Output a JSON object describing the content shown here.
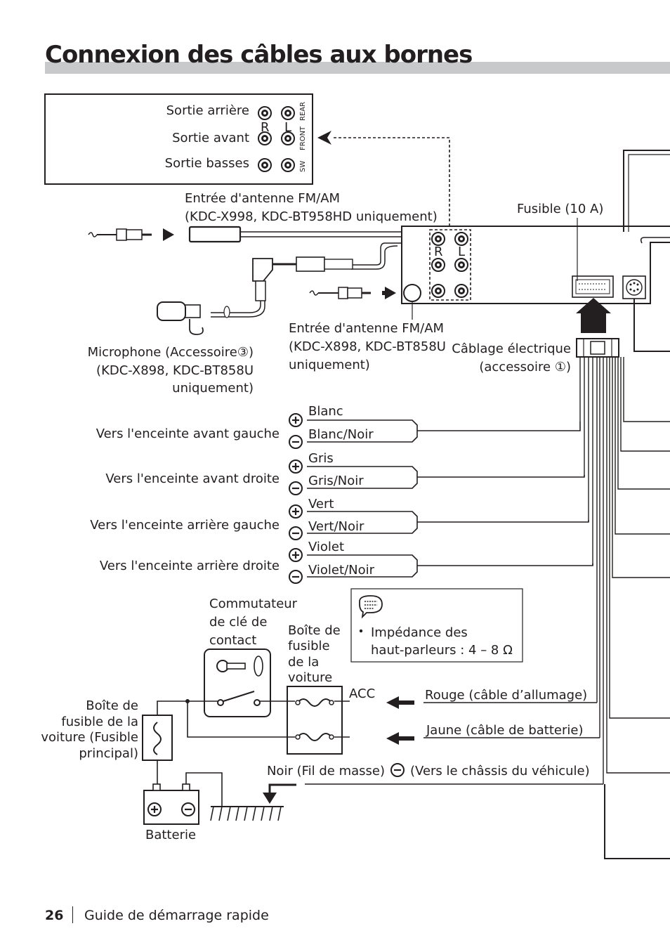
{
  "page": {
    "title": "Connexion des câbles aux bornes",
    "number": "26",
    "footer": "Guide de démarrage rapide"
  },
  "outputs_box": {
    "rear": "Sortie arrière",
    "front": "Sortie avant",
    "sub": "Sortie basses",
    "r": "R",
    "l": "L",
    "rear_tag": "REAR",
    "front_tag": "FRONT",
    "sw_tag": "SW"
  },
  "unit": {
    "antenna_top": [
      "Entrée d'antenne FM/AM",
      "(KDC-X998, KDC-BT958HD uniquement)"
    ],
    "fuse": "Fusible (10 A)",
    "r": "R",
    "l": "L",
    "microphone": [
      "Microphone (Accessoire③)",
      "(KDC-X898, KDC-BT858U",
      "uniquement)"
    ],
    "antenna_bottom": [
      "Entrée d'antenne FM/AM",
      "(KDC-X898, KDC-BT858U",
      "uniquement)"
    ],
    "harness": [
      "Câblage électrique",
      "(accessoire ①)"
    ]
  },
  "speakers": [
    {
      "target": "Vers l'enceinte avant gauche",
      "plus": "Blanc",
      "minus": "Blanc/Noir"
    },
    {
      "target": "Vers l'enceinte avant droite",
      "plus": "Gris",
      "minus": "Gris/Noir"
    },
    {
      "target": "Vers l'enceinte arrière gauche",
      "plus": "Vert",
      "minus": "Vert/Noir"
    },
    {
      "target": "Vers l'enceinte arrière droite",
      "plus": "Violet",
      "minus": "Violet/Noir"
    }
  ],
  "power": {
    "ignition_switch": [
      "Commutateur",
      "de clé de",
      "contact"
    ],
    "car_fuse_box": [
      "Boîte de",
      "fusible",
      "de la",
      "voiture"
    ],
    "main_fuse_box": [
      "Boîte de",
      "fusible de la",
      "voiture (Fusible",
      "principal)"
    ],
    "note": [
      "Impédance des",
      "haut-parleurs : 4 – 8 Ω"
    ],
    "acc": "ACC",
    "red_wire": "Rouge (câble d’allumage)",
    "yellow_wire": "Jaune (câble de batterie)",
    "ground_before": "Noir (Fil de masse)",
    "ground_after": "(Vers le châssis du véhicule)",
    "battery": "Batterie"
  }
}
